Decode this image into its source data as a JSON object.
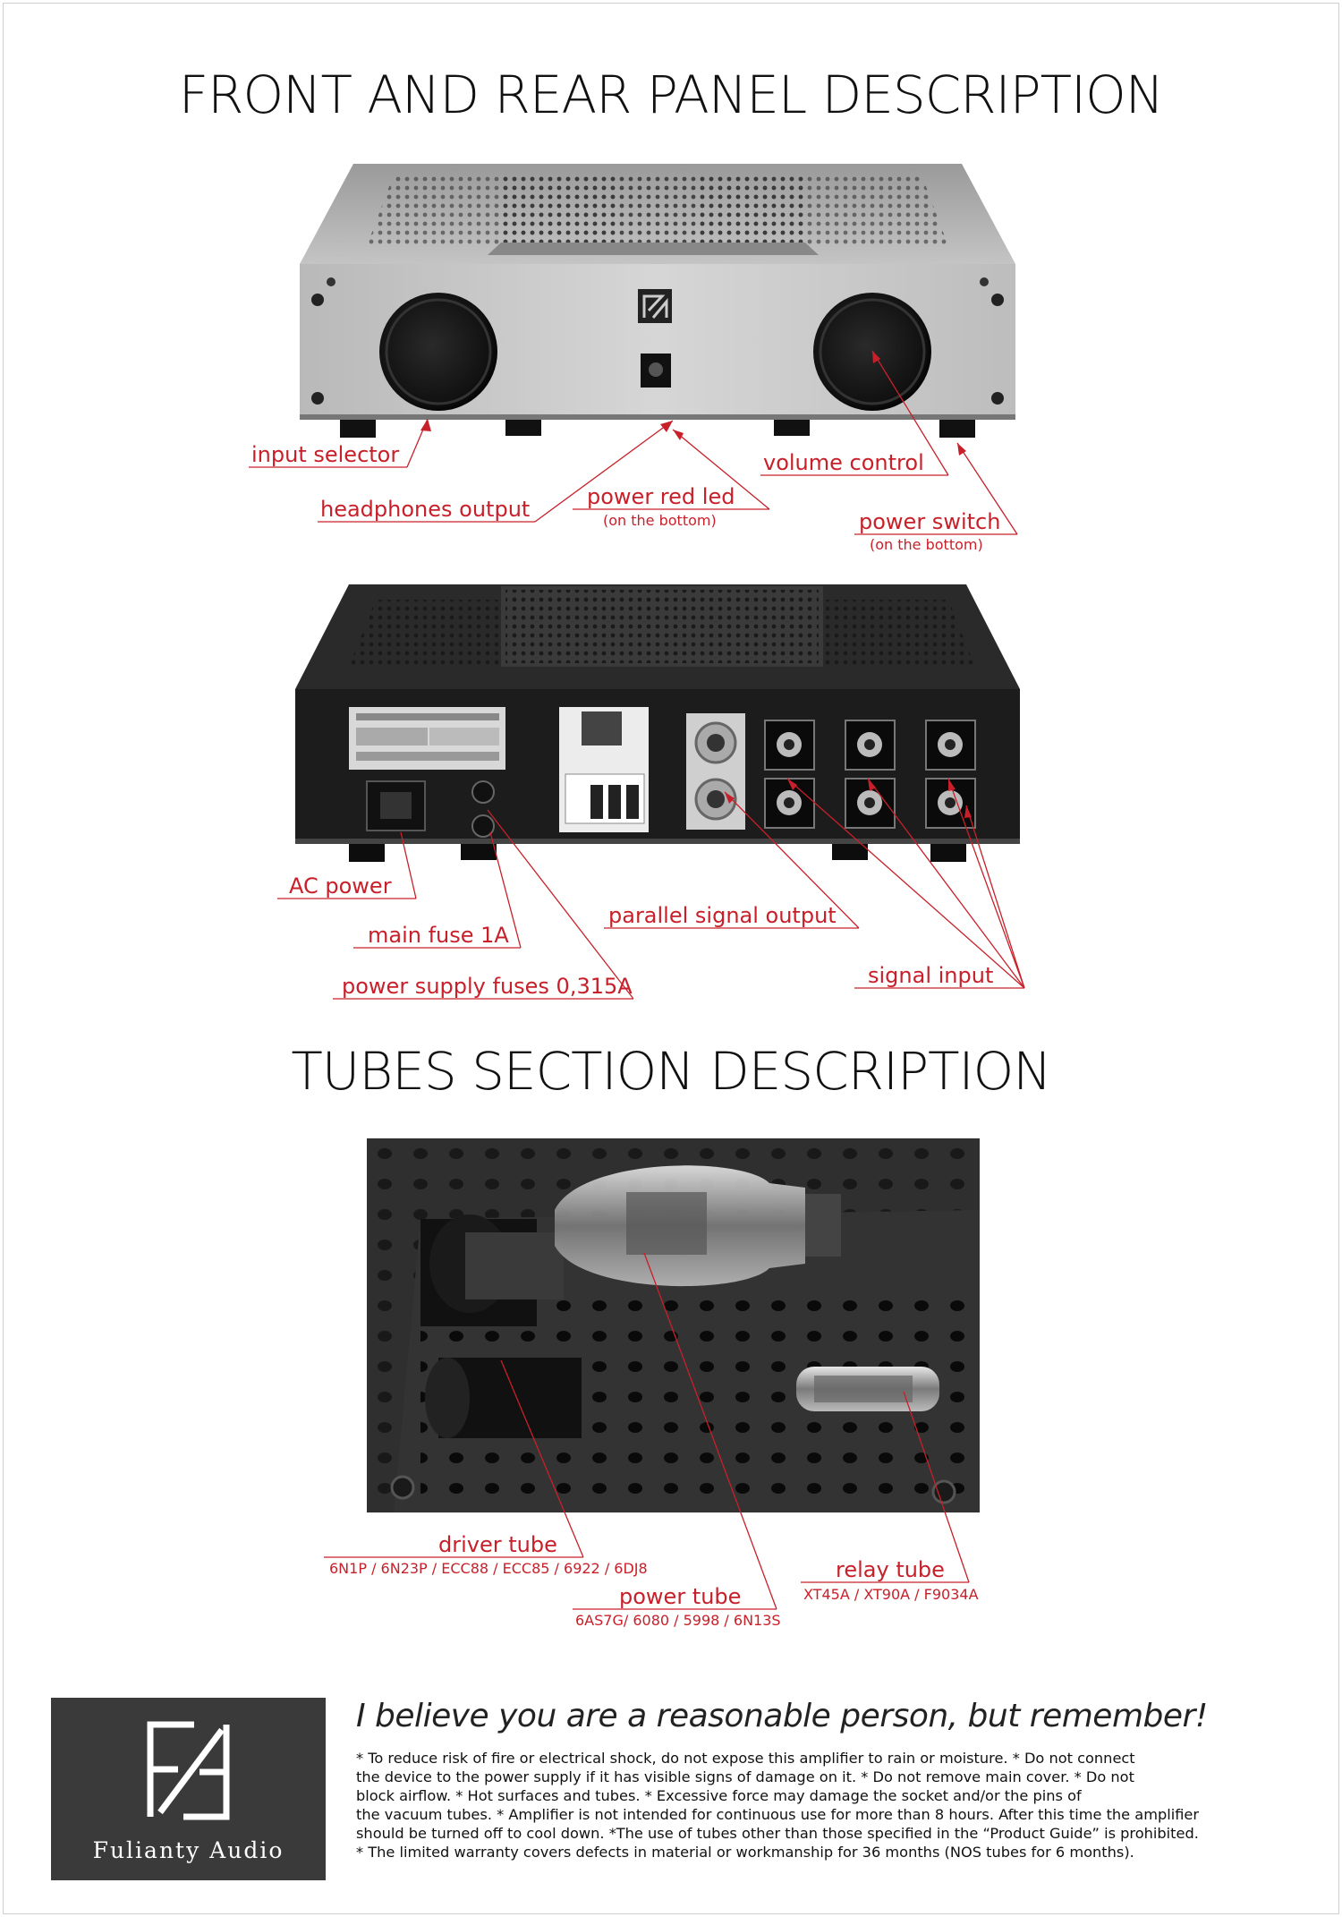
{
  "headings": {
    "panel": "FRONT AND REAR PANEL DESCRIPTION",
    "tubes": "TUBES SECTION DESCRIPTION"
  },
  "front_labels": {
    "input_selector": "input selector",
    "headphones_output": "headphones output",
    "power_red_led": "power red led",
    "power_red_led_note": "(on the bottom)",
    "volume_control": "volume control",
    "power_switch": "power switch",
    "power_switch_note": "(on the bottom)"
  },
  "rear_labels": {
    "ac_power": "AC power",
    "main_fuse": "main fuse 1A",
    "supply_fuses": "power supply fuses 0,315A",
    "parallel_output": "parallel signal output",
    "signal_input": "signal input"
  },
  "tube_labels": {
    "driver_tube": "driver tube",
    "driver_models": "6N1P / 6N23P / ECC88 / ECC85 / 6922 / 6DJ8",
    "power_tube": "power tube",
    "power_models": "6AS7G/ 6080 / 5998 / 6N13S",
    "relay_tube": "relay tube",
    "relay_models": "XT45A / XT90A / F9034A"
  },
  "footer": {
    "brand": "Fulianty Audio",
    "motto": "I believe you are a reasonable person, but remember!",
    "notes": [
      "* To reduce risk of fire or electrical shock, do not expose this amplifier to rain or moisture. * Do not connect",
      "the device to the power supply if it has visible signs of damage on it. * Do not remove main cover. * Do not",
      "block airflow. * Hot surfaces and tubes. * Excessive force may damage the socket and/or the pins of",
      "the vacuum tubes. * Amplifier is not intended for continuous use for more than 8 hours. After this time the amplifier",
      "should be turned off to cool down. *The use of tubes other than those specified in the “Product Guide” is prohibited.",
      "* The limited warranty covers defects in material or workmanship for 36 months (NOS tubes for 6 months)."
    ]
  },
  "colors": {
    "accent_red": "#c8202a",
    "logo_bg": "#3a3a3a"
  }
}
